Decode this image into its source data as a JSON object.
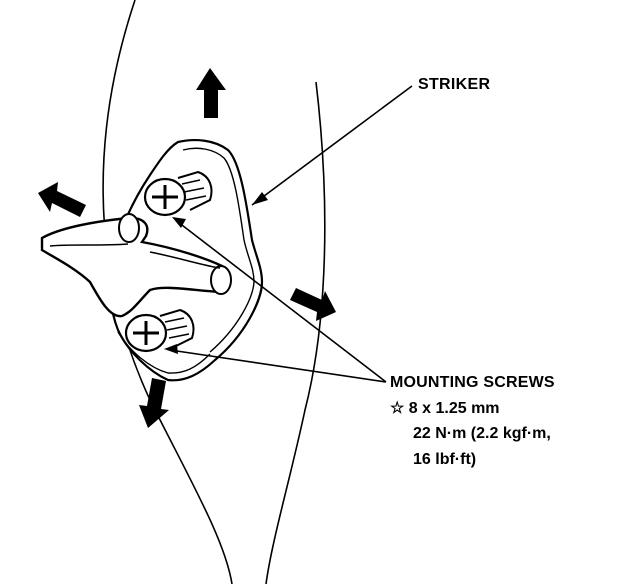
{
  "labels": {
    "striker": "STRIKER",
    "mounting_screws": "MOUNTING SCREWS",
    "size": "☆ 8 x 1.25 mm",
    "torque": "22 N·m (2.2 kgf·m,",
    "torque_imperial": "16 lbf·ft)"
  },
  "colors": {
    "ink": "#000000",
    "paper": "#ffffff"
  },
  "icons": [
    "arrow-up-icon",
    "arrow-left-icon",
    "arrow-right-icon",
    "arrow-down-icon",
    "phillips-screw-icon"
  ]
}
